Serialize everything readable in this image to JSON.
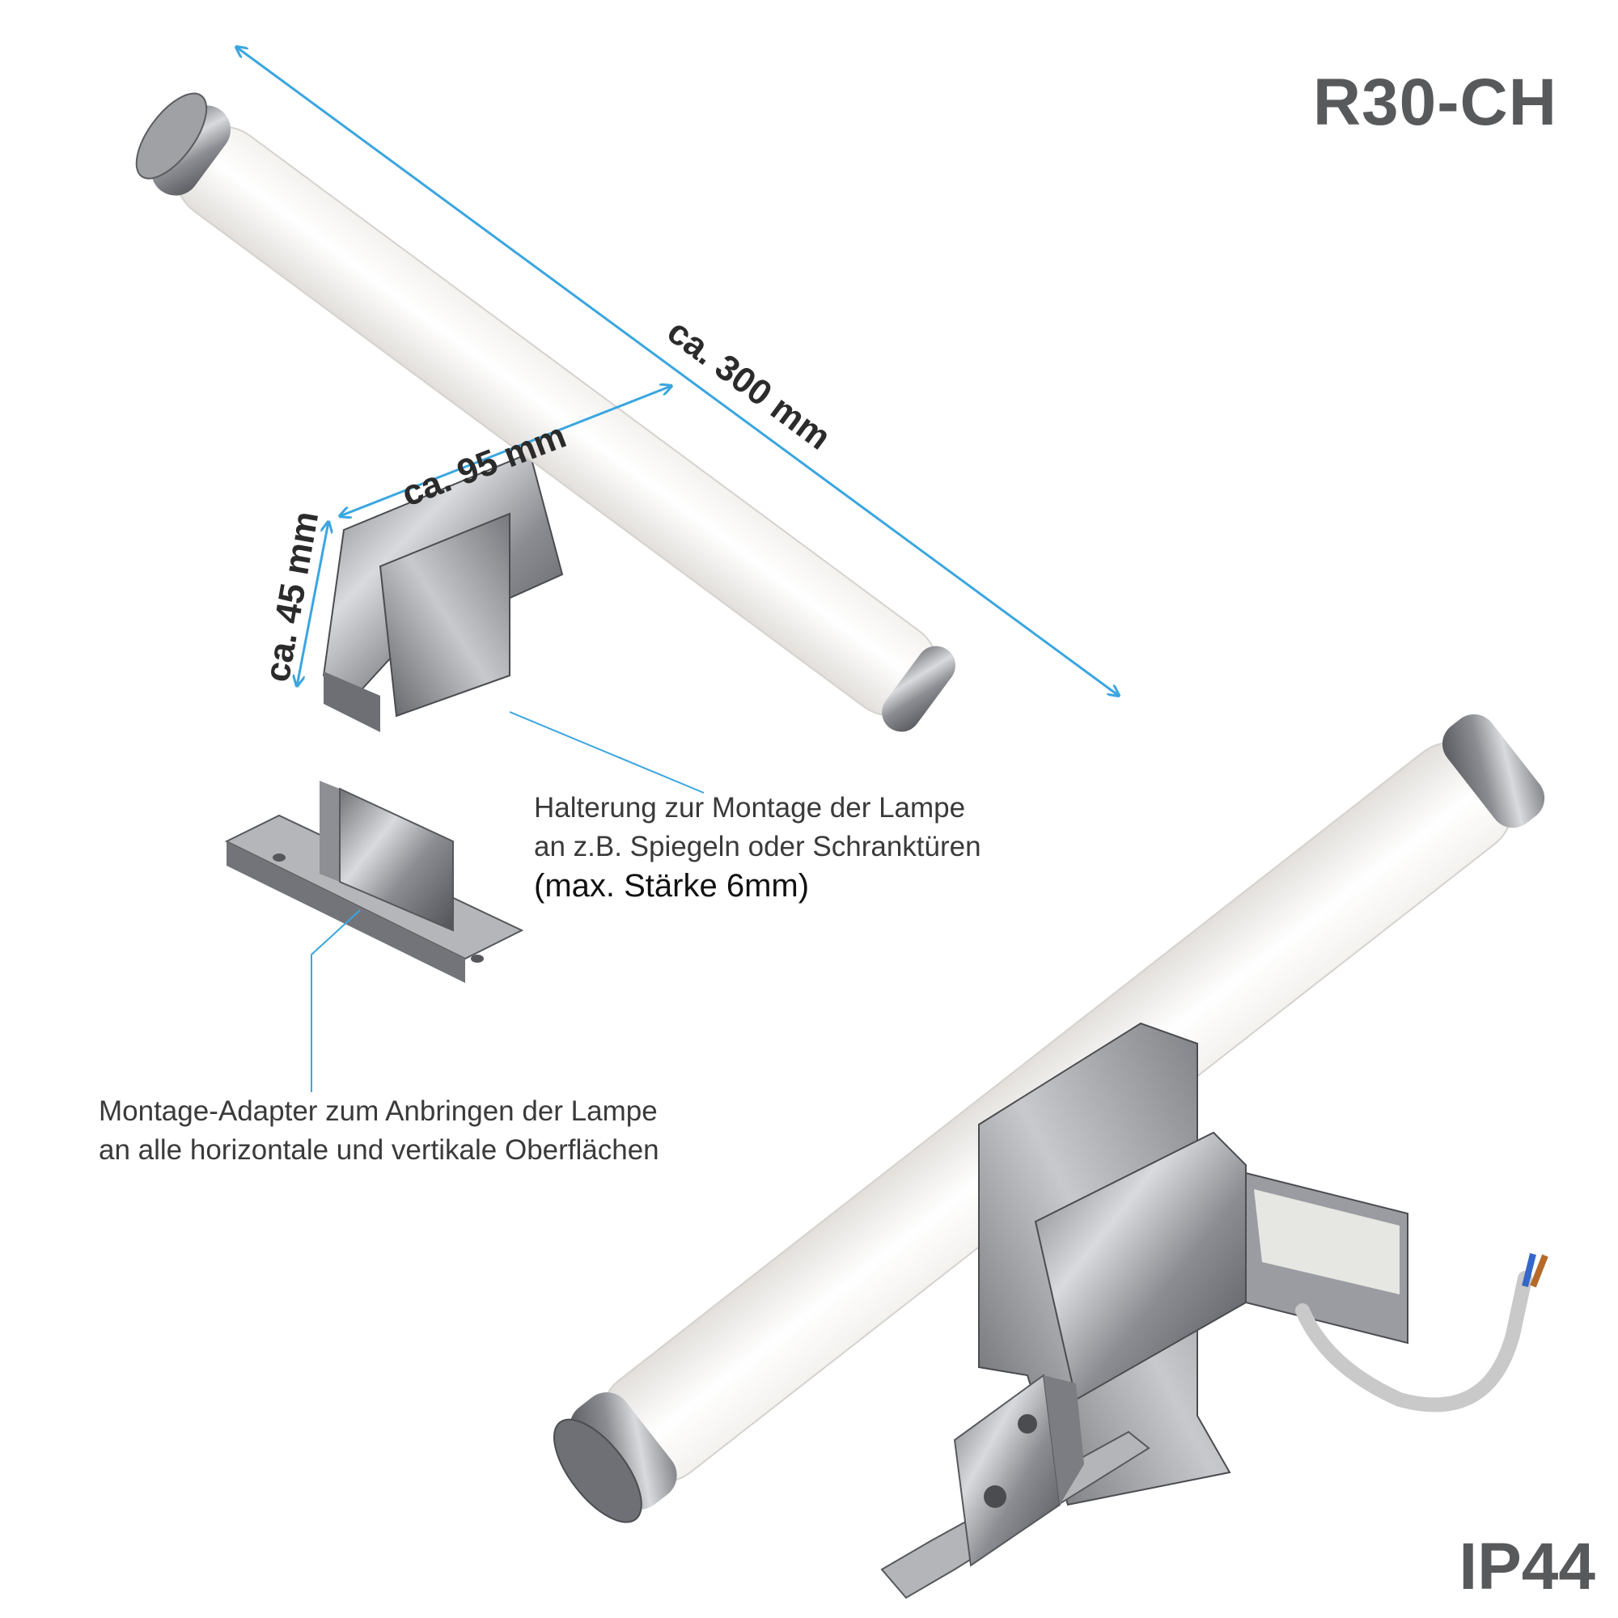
{
  "model": "R30-CH",
  "rating": "IP44",
  "dimensions": {
    "length": "ca. 300 mm",
    "depth": "ca. 95 mm",
    "height": "ca. 45 mm"
  },
  "notes": {
    "bracket_line1": "Halterung zur Montage der Lampe",
    "bracket_line2": "an z.B. Spiegeln oder Schranktüren",
    "bracket_line3": "(max. Stärke 6mm)",
    "adapter_line1": "Montage-Adapter zum Anbringen der Lampe",
    "adapter_line2": "an alle horizontale und vertikale Oberflächen"
  },
  "colors": {
    "dimension_line": "#3aa6e0",
    "heading_text": "#58595b",
    "chrome": "#9a9ca2"
  }
}
